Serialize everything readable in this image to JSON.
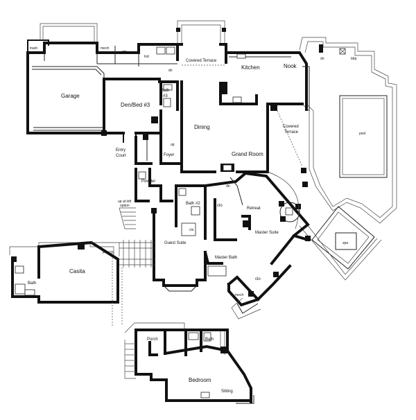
{
  "rooms": {
    "trash": "trash",
    "mech_top": "mech",
    "sto": "sto",
    "lnd": "lnd",
    "covered_terrace_top": "Covered Terrace",
    "dn_top": "dn",
    "dn_right": "dn",
    "bbq": "bbq",
    "kitchen": "Kitchen",
    "nook": "Nook",
    "garage": "Garage",
    "den_bed3": "Den/Bed #3",
    "bath3_a": "Bath",
    "bath3_b": "#3",
    "dining": "Dining",
    "covered_terrace_a": "Covered",
    "covered_terrace_b": "Terrace",
    "pool": "pool",
    "entry_court_a": "Entry",
    "entry_court_b": "Court",
    "foyer": "Foyer",
    "up": "up",
    "grand_room": "Grand Room",
    "powder": "Powder",
    "up_loft_a": "up at loft",
    "up_loft_b": "option",
    "bath2": "Bath #2",
    "clo_left": "clo",
    "retreat": "Retreat",
    "master_suite": "Master Suite",
    "dn_center": "dn",
    "clo_bath2": "clo",
    "guest_suite": "Guest Suite",
    "spa": "spa",
    "porch_casita": "Porch",
    "casita": "Casita",
    "bath_casita": "Bath",
    "master_bath": "Master Bath",
    "clo_master": "clo",
    "mech_bottom": "mech",
    "porch_bottom": "Porch",
    "bath_bottom": "Bath",
    "bedroom": "Bedroom",
    "sitting": "Sitting"
  }
}
